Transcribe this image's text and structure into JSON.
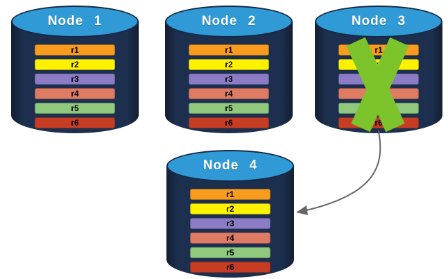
{
  "diagram": {
    "nodes": [
      {
        "label": "Node 1",
        "records": [
          "r1",
          "r2",
          "r3",
          "r4",
          "r5",
          "r6"
        ]
      },
      {
        "label": "Node 2",
        "records": [
          "r1",
          "r2",
          "r3",
          "r4",
          "r5",
          "r6"
        ]
      },
      {
        "label": "Node 3",
        "records": [
          "r1",
          "r2",
          "r3",
          "r4",
          "r5",
          "r6"
        ],
        "status": "failed"
      },
      {
        "label": "Node 4",
        "records": [
          "r1",
          "r2",
          "r3",
          "r4",
          "r5",
          "r6"
        ]
      }
    ],
    "record_colors": [
      "#F99B1C",
      "#FFF200",
      "#8B7CC5",
      "#DF7A63",
      "#90C87D",
      "#C63D24"
    ],
    "colors": {
      "cylinder_body": "#1D2F4E",
      "cylinder_top": "#2F9AD6",
      "cylinder_outline": "#142846",
      "failure_x": "#7CC32C",
      "arrow": "#666666"
    }
  }
}
